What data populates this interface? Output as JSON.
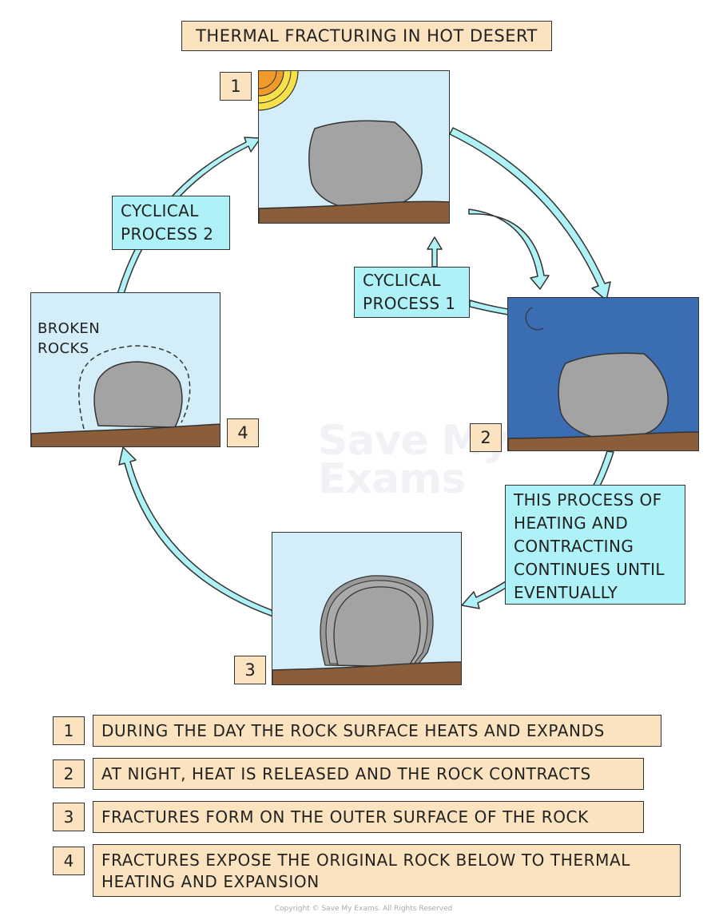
{
  "title": "THERMAL FRACTURING IN HOT DESERT",
  "watermark": {
    "line1": "Save My",
    "line2": "Exams"
  },
  "stages": [
    {
      "num": "1"
    },
    {
      "num": "2"
    },
    {
      "num": "3"
    },
    {
      "num": "4"
    }
  ],
  "panel4_label": {
    "line1": "BROKEN",
    "line2": "ROCKS"
  },
  "cyclical1": {
    "line1": "CYCLICAL",
    "line2": "PROCESS 1"
  },
  "cyclical2": {
    "line1": "CYCLICAL",
    "line2": "PROCESS 2"
  },
  "process_note": {
    "line1": "THIS PROCESS OF",
    "line2": "HEATING AND",
    "line3": "CONTRACTING",
    "line4": "CONTINUES UNTIL",
    "line5": "EVENTUALLY"
  },
  "legend": [
    {
      "num": "1",
      "text": "DURING THE DAY THE ROCK SURFACE HEATS AND EXPANDS"
    },
    {
      "num": "2",
      "text": "AT NIGHT, HEAT IS RELEASED AND THE ROCK CONTRACTS"
    },
    {
      "num": "3",
      "text": "FRACTURES FORM ON THE OUTER SURFACE OF THE ROCK"
    },
    {
      "num": "4",
      "text_line1": "FRACTURES EXPOSE THE ORIGINAL ROCK BELOW TO THERMAL",
      "text_line2": "HEATING AND EXPANSION"
    }
  ],
  "copyright": "Copyright © Save My Exams. All Rights Reserved",
  "colors": {
    "day_sky": "#d3eef8",
    "night_sky": "#3a6db2",
    "ground": "#8a5d3b",
    "rock": "#a3a3a3",
    "arrow_fill": "#aef2f8",
    "label_tan": "#fbe3bf",
    "label_cyan": "#aef2f8",
    "sun_outer": "#f7e04a",
    "sun_inner": "#ef9a2a",
    "moon": "#f5e23a"
  }
}
